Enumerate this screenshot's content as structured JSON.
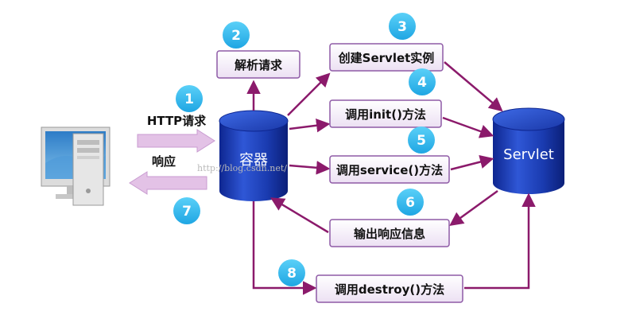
{
  "labels": {
    "http_request": "HTTP请求",
    "response": "响应"
  },
  "container": {
    "label": "容器"
  },
  "servlet": {
    "label": "Servlet"
  },
  "steps": {
    "parse_request": "解析请求",
    "create_instance": "创建Servlet实例",
    "call_init": "调用init()方法",
    "call_service": "调用service()方法",
    "output_response": "输出响应信息",
    "call_destroy": "调用destroy()方法"
  },
  "badges": [
    "1",
    "2",
    "3",
    "4",
    "5",
    "6",
    "7",
    "8"
  ],
  "watermark": "http://blog.csdn.net/",
  "colors": {
    "arrow": "#8b1a6b",
    "box_border": "#8e5aa6",
    "box_fill": "#f3ebf7",
    "badge": "#2bb8f0",
    "cylinder": "#1b3aa8",
    "http_arrow": "#e3c2e6"
  }
}
